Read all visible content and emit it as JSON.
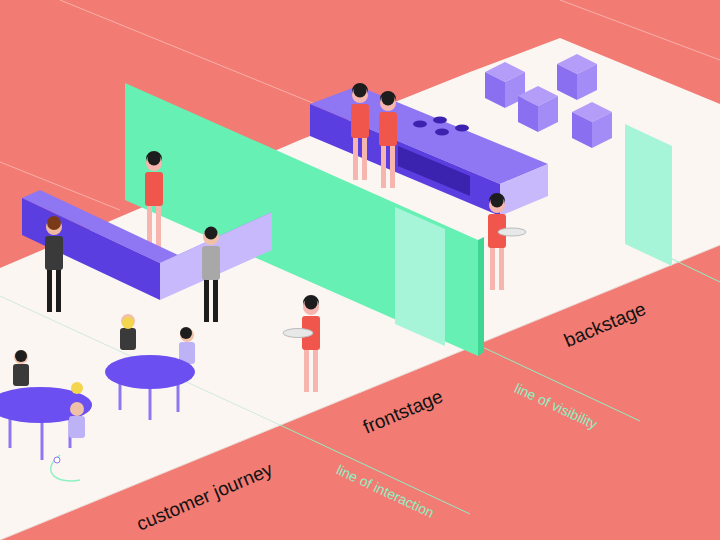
{
  "diagram": {
    "labels": [
      "backstage",
      "frontstage",
      "line of visibility",
      "customer journey",
      "line of interaction"
    ]
  }
}
